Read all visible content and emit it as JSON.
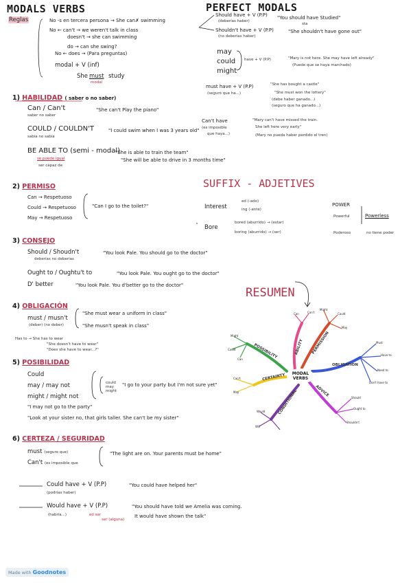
{
  "titles": {
    "main": "MODALS VERBS",
    "perfect": "PERFECT MODALS",
    "suffix": "SUFFIX - ADJETIVES",
    "resumen": "RESUMEN"
  },
  "reglas": {
    "label": "Reglas",
    "r1": "No -s en tercera persona → She can✗ swimming",
    "r2a": "No ← can't → we weren't talk in class",
    "r2b": "doesn't → she can swimming",
    "r3a": "do → can she swing?",
    "r3b": "No ← does → (Para preguntas)",
    "r4": "modal + V (inf)",
    "r5a": "She",
    "r5b": "must",
    "r5c": "study",
    "r5d": "modal"
  },
  "habilidad": {
    "num": "1)",
    "title": "HABILIDAD",
    "sub": "( saber o no saber)",
    "can": "Can / Can't",
    "can_sub": "saber        no saber",
    "can_ex": "\"She can't Play the piano\"",
    "could": "COULD / COULDN'T",
    "could_sub": "sabía        no sabía",
    "could_ex": "\"I could swim when I was 3 years old\"",
    "able": "BE ABLE TO (semi - modal)",
    "able_note": "se puede igual",
    "able_sub": "ser capaz de",
    "able_ex1": "\"She is able to train the team\"",
    "able_ex2": "\"She will be able to drive in 3 months time\""
  },
  "permiso": {
    "num": "2)",
    "title": "PERMISO",
    "i1": "Can → Respetuoso",
    "i2": "Could → Respetuoso",
    "i3": "May → Respetuoso",
    "ex": "\"Can I go to the toilet?\""
  },
  "consejo": {
    "num": "3)",
    "title": "CONSEJO",
    "i1": "Should / Shoudn't",
    "i1_sub": "deberías        no deberías",
    "i1_ex": "\"You look Pale. You should go to the doctor\"",
    "i2": "Ought to / Oughtu't to",
    "i2_ex": "\"You look Pale. You ought go to the doctor\"",
    "i3": "D' better",
    "i3_ex": "\"You look Pale. You d'better go to the doctor\""
  },
  "obligacion": {
    "num": "4)",
    "title": "OBLIGACIÓN",
    "i1": "must / musn't",
    "i1_sub": "(deber)      (no deber)",
    "i1_ex1": "\"She must wear a uniform in class\"",
    "i1_ex2": "\"She musn't speak in class\"",
    "i2": "Has to → She has to wear",
    "i2b": "\"She doesn't have to wear\"",
    "i2c": "\"Does she have to wear...?\""
  },
  "posibilidad": {
    "num": "5)",
    "title": "POSIBILIDAD",
    "i1": "Could",
    "i2": "may / may not",
    "i3": "might / might not",
    "mid": "could may might",
    "ex1": "\"I go to your party but I'm not sure yet\"",
    "ex2": "\"I may not go to the party\"",
    "ex3": "\"Look at your sister no, that girls taller. She can't be my sister\""
  },
  "certeza": {
    "num": "6)",
    "title": "CERTEZA / SEGURIDAD",
    "i1": "must",
    "i1_sub": "(seguro que)",
    "i2": "Can't",
    "i2_sub": "(es imposible que",
    "ex": "\"The light are on. Your parents must be home\""
  },
  "bottom": {
    "b1": "Could have + V (P.P)",
    "b1_sub": "(podrías haber)",
    "b1_ex": "\"You could have helped her\"",
    "b2": "Would have + V (P.P)",
    "b2_sub": "(habría...)",
    "b2_red": "ed  ser",
    "b2_red2": "ser (alguna)",
    "b2_ex": "\"You should have told we Amelia was coming.",
    "b2_ex2": "It would have shown the talk\""
  },
  "perfect": {
    "p1": "Should have + V (P.P)",
    "p1_sub": "(deberías haber)",
    "p1_ex": "\"You should have Studied\"",
    "p1_ex2": "sta",
    "p2": "Shouldn't have + V (P.P)",
    "p2_sub": "(no deberías haber)",
    "p2_ex": "\"She shouldn't have gone out\"",
    "m1": "may",
    "m2": "could",
    "m3": "might",
    "m_mid": "have + V (P.P)",
    "m_ex": "\"Mary is not here. She may have left already\"",
    "m_ex2": "(Puede que se haya marchado)",
    "mu": "must have + V (P.P)",
    "mu_sub": "(seguro que ha...)",
    "mu_ex1": "\"She has bought a castle\"",
    "mu_ex2": "\"She must won the lottery\"",
    "mu_ex3": "(debe haber ganado...)",
    "mu_ex4": "(seguro que ha ganado...)",
    "ca": "Can't have",
    "ca_sub": "(es imposible",
    "ca_sub2": "que haya...)",
    "ca_ex1": "\"Mary can't have missed the train.",
    "ca_ex2": "She left here very early\"",
    "ca_ex3": "(Mary no pueda haber perdido el tren)"
  },
  "suffix": {
    "interest": "Interest",
    "ed": "ed (-ado)",
    "ing": "ing (-ante)",
    "bore": "Bore",
    "bored": "bored (aburrido) → (estar)",
    "boring": "boring (aburrido) → (ser)",
    "power": "POWER",
    "powerful": "Powerful",
    "powerless": "Powerless",
    "poderoso": "Poderoso",
    "nopower": "no tiene poder"
  },
  "mindmap": {
    "center": "MODAL VERBS",
    "b_ability": "ABILITY",
    "b_permission": "PERMISSION",
    "b_obligation": "OBLIGATION",
    "b_advice": "ADVICE",
    "b_conditional": "CONDITIONAL",
    "b_certainty": "CERTAINTY",
    "b_possibility": "POSSIBILITY",
    "leaves": [
      "Can",
      "Can't",
      "Could",
      "May",
      "Might",
      "Must",
      "Have to",
      "Don't have to",
      "Need to",
      "Should",
      "Ought to",
      "Shouldn't",
      "Would",
      "Will",
      "Can't",
      "May",
      "Might",
      "Could",
      "Can"
    ]
  },
  "footer": {
    "made": "Made with",
    "app": "Goodnotes"
  },
  "colors": {
    "red": "#b8324b",
    "pink": "#f3c6cf",
    "ability": "#e44b8a",
    "permission": "#d24d2b",
    "obligation": "#3a56d4",
    "advice": "#c23bd6",
    "conditional": "#7a3aa3",
    "certainty": "#f0c51c",
    "possibility": "#3ea34b"
  }
}
